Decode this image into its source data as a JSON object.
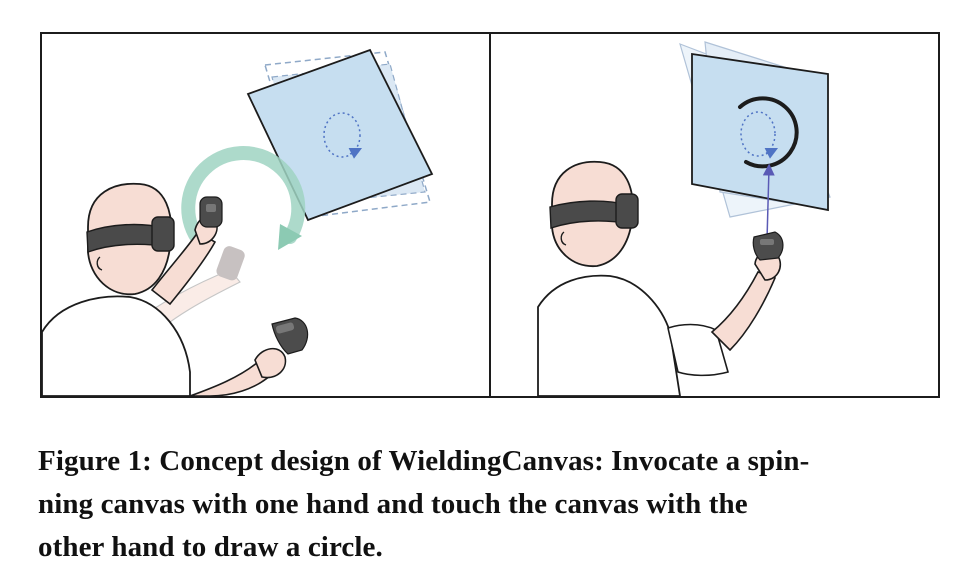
{
  "figure": {
    "caption_lines": [
      "Figure 1: Concept design of WieldingCanvas: Invocate a spin-",
      "ning canvas with one hand and touch the canvas with the",
      "other hand to draw a circle."
    ]
  },
  "colors": {
    "canvas_fill": "#c6def0",
    "skin": "#f7ddd4",
    "headset": "#4a4a4a",
    "controller": "#4c4c4c",
    "spin_arrow": "#9fd3c2",
    "stroke": "#1c1c1c",
    "circle_dotted": "#4f73c4"
  },
  "icons": [
    "spin-arrow-icon",
    "dotted-circle-icon",
    "pen-arrow-icon"
  ]
}
